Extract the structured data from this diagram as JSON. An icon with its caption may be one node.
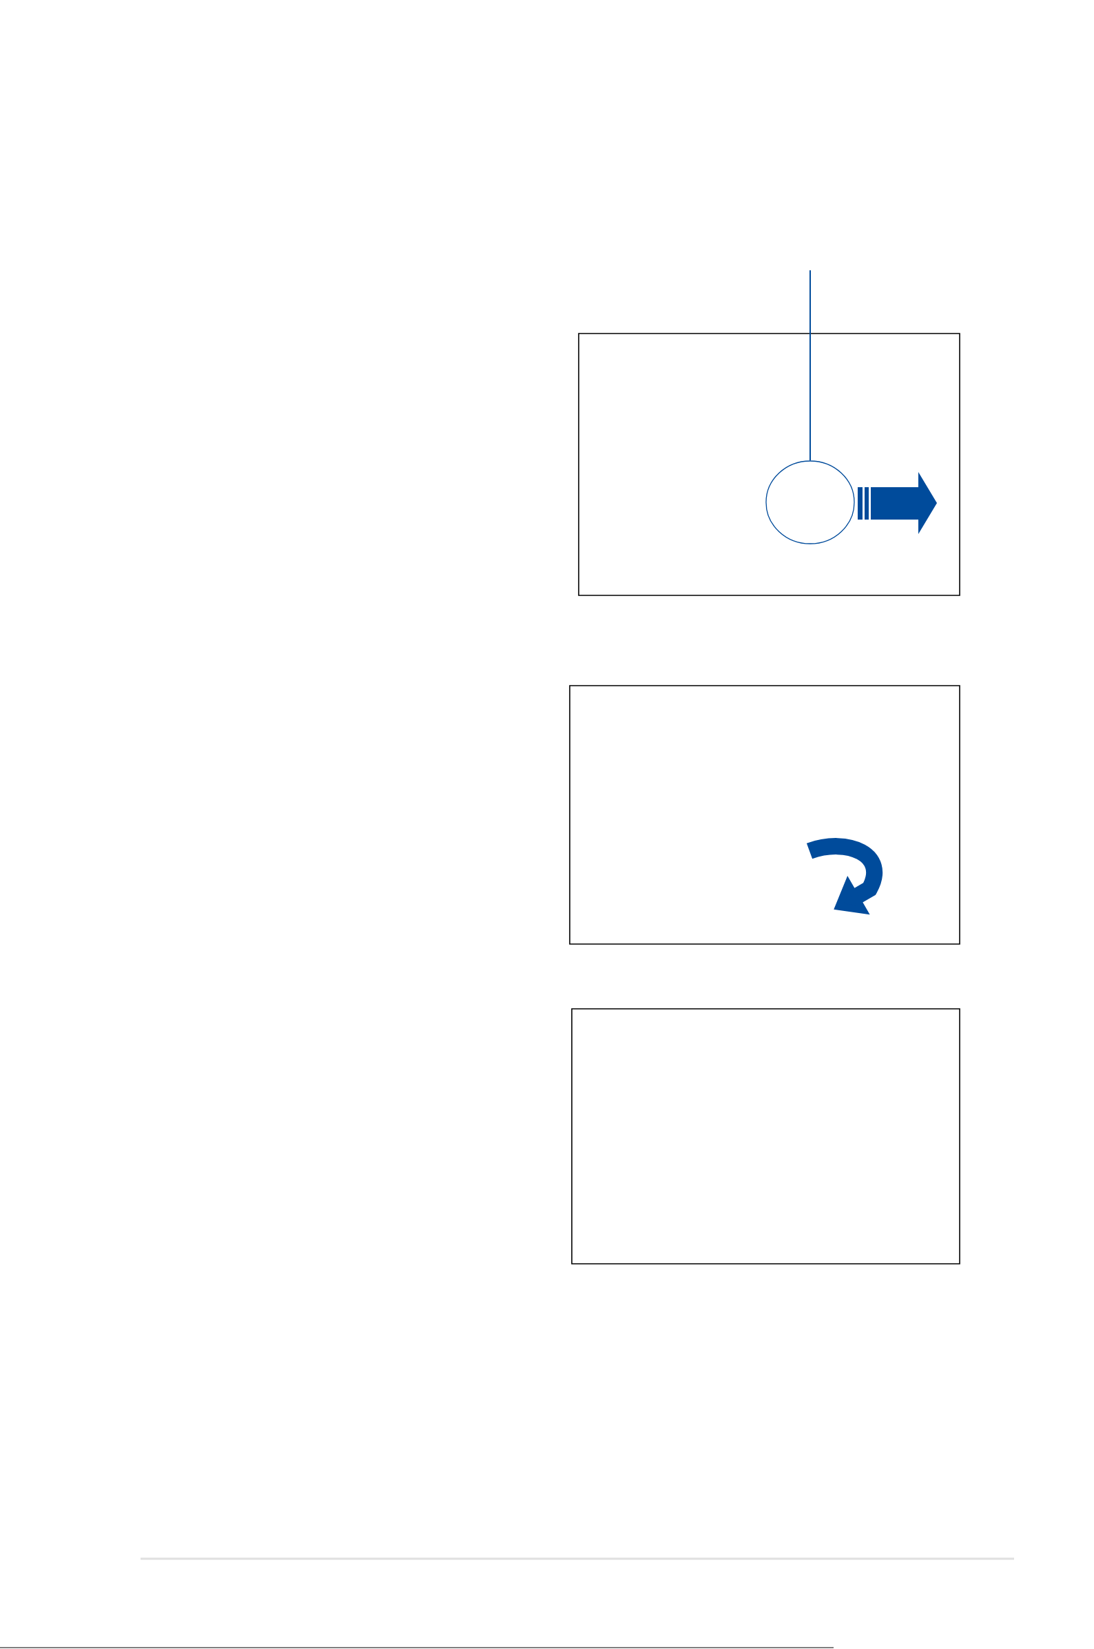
{
  "diagram": {
    "nodes": [
      {
        "text": [],
        "shape": "box"
      },
      {
        "text": [],
        "shape": "circle",
        "in": 0
      },
      {
        "text": [],
        "shape": "box"
      },
      {
        "text": [],
        "shape": "box"
      }
    ],
    "edges": [
      {
        "from": null,
        "to": 1,
        "arrow": "none",
        "color": "#004b9b"
      }
    ]
  }
}
